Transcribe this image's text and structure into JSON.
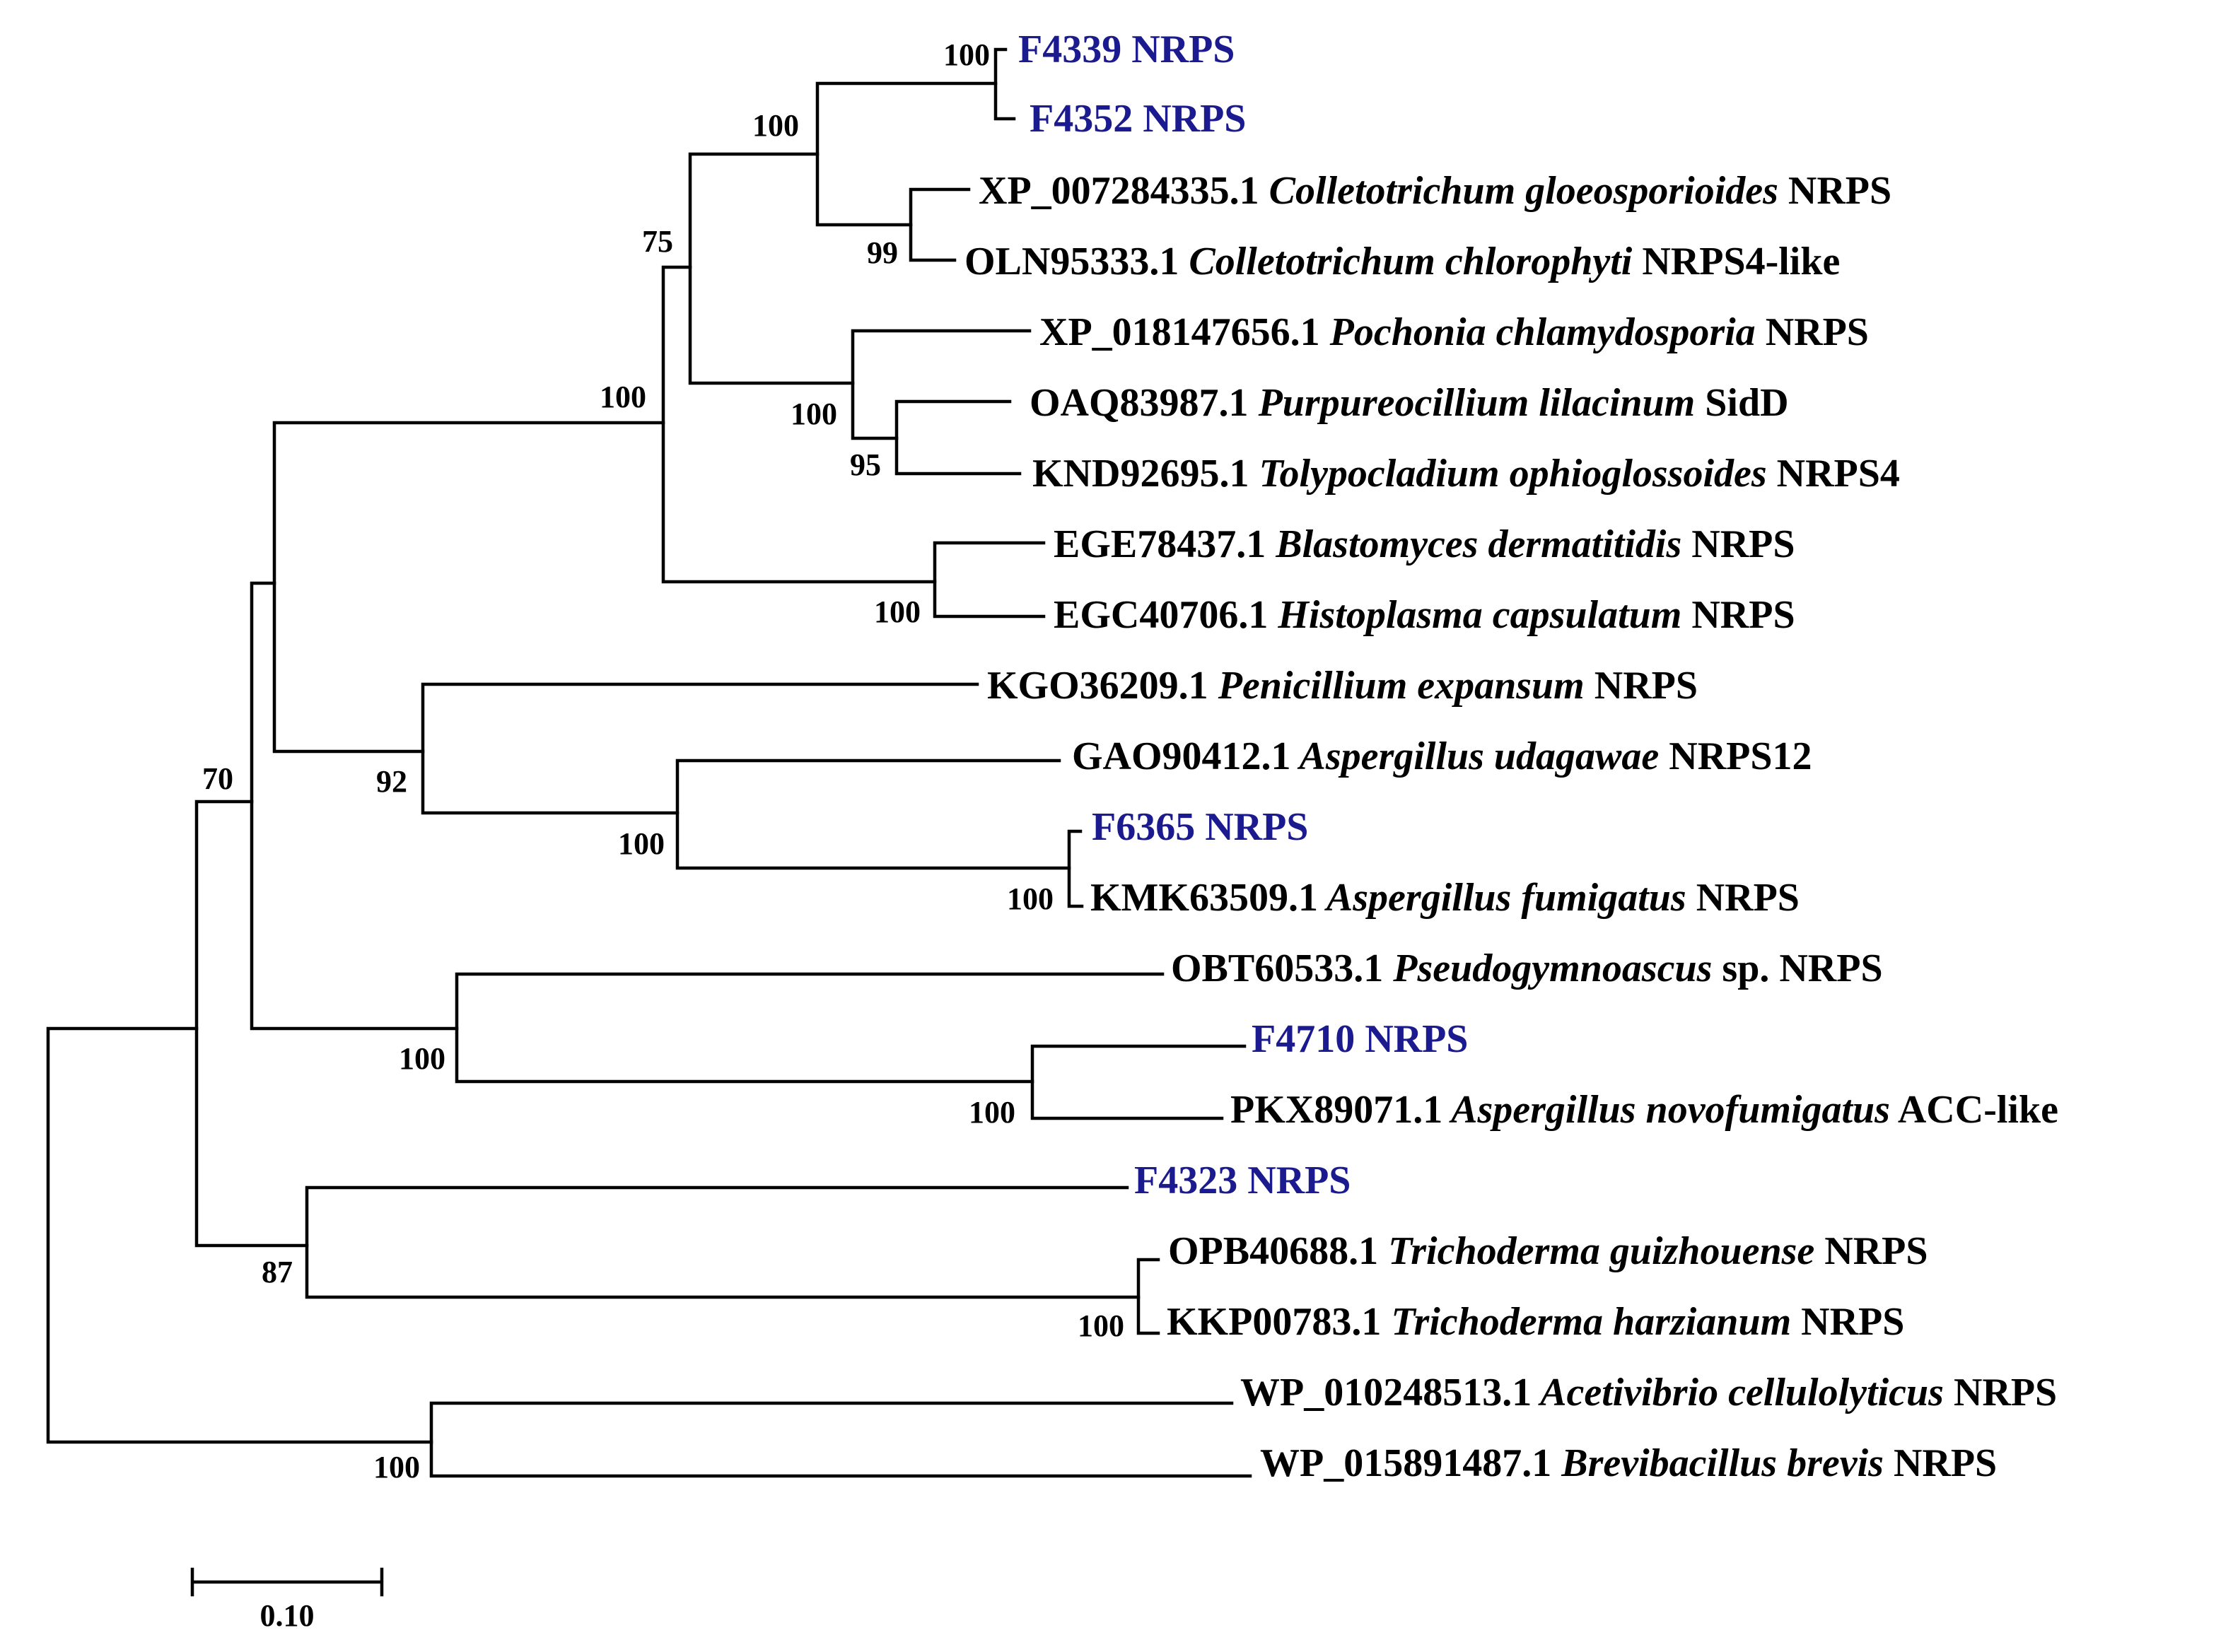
{
  "tree": {
    "highlight_color": "#1b1b8f",
    "default_color": "#000000",
    "leaves": [
      {
        "id": "t1",
        "accession": "F4339 NRPS",
        "species": "",
        "suffix": "",
        "highlight": true
      },
      {
        "id": "t2",
        "accession": "F4352 NRPS",
        "species": "",
        "suffix": "",
        "highlight": true
      },
      {
        "id": "t3",
        "accession": "XP_007284335.1",
        "species": "Colletotrichum gloeosporioides",
        "suffix": "NRPS",
        "highlight": false
      },
      {
        "id": "t4",
        "accession": "OLN95333.1",
        "species": "Colletotrichum chlorophyti",
        "suffix": "NRPS4-like",
        "highlight": false
      },
      {
        "id": "t5",
        "accession": "XP_018147656.1",
        "species": "Pochonia chlamydosporia",
        "suffix": "NRPS",
        "highlight": false
      },
      {
        "id": "t6",
        "accession": "OAQ83987.1",
        "species": "Purpureocillium lilacinum",
        "suffix": "SidD",
        "highlight": false
      },
      {
        "id": "t7",
        "accession": "KND92695.1",
        "species": "Tolypocladium ophioglossoides",
        "suffix": "NRPS4",
        "highlight": false
      },
      {
        "id": "t8",
        "accession": "EGE78437.1",
        "species": "Blastomyces dermatitidis",
        "suffix": "NRPS",
        "highlight": false
      },
      {
        "id": "t9",
        "accession": "EGC40706.1",
        "species": "Histoplasma capsulatum",
        "suffix": "NRPS",
        "highlight": false
      },
      {
        "id": "t10",
        "accession": "KGO36209.1",
        "species": "Penicillium expansum",
        "suffix": "NRPS",
        "highlight": false
      },
      {
        "id": "t11",
        "accession": "GAO90412.1",
        "species": "Aspergillus udagawae",
        "suffix": "NRPS12",
        "highlight": false
      },
      {
        "id": "t12",
        "accession": "F6365 NRPS",
        "species": "",
        "suffix": "",
        "highlight": true
      },
      {
        "id": "t13",
        "accession": "KMK63509.1",
        "species": "Aspergillus fumigatus",
        "suffix": "NRPS",
        "highlight": false
      },
      {
        "id": "t14",
        "accession": "OBT60533.1",
        "species": "Pseudogymnoascus",
        "suffix": "sp. NRPS",
        "highlight": false
      },
      {
        "id": "t15",
        "accession": "F4710 NRPS",
        "species": "",
        "suffix": "",
        "highlight": true
      },
      {
        "id": "t16",
        "accession": "PKX89071.1",
        "species": "Aspergillus novofumigatus",
        "suffix": "ACC-like",
        "highlight": false
      },
      {
        "id": "t17",
        "accession": "F4323 NRPS",
        "species": "",
        "suffix": "",
        "highlight": true
      },
      {
        "id": "t18",
        "accession": "OPB40688.1",
        "species": "Trichoderma guizhouense",
        "suffix": "NRPS",
        "highlight": false
      },
      {
        "id": "t19",
        "accession": "KKP00783.1",
        "species": "Trichoderma harzianum",
        "suffix": "NRPS",
        "highlight": false
      },
      {
        "id": "t20",
        "accession": "WP_010248513.1",
        "species": "Acetivibrio cellulolyticus",
        "suffix": "NRPS",
        "highlight": false
      },
      {
        "id": "t21",
        "accession": "WP_015891487.1",
        "species": "Brevibacillus brevis",
        "suffix": "NRPS",
        "highlight": false
      }
    ],
    "bootstrap_values": [
      "100",
      "100",
      "99",
      "75",
      "100",
      "95",
      "100",
      "100",
      "92",
      "100",
      "100",
      "70",
      "100",
      "100",
      "87",
      "100",
      "100"
    ],
    "scale_bar": {
      "label": "0.10",
      "length": 0.1
    }
  }
}
